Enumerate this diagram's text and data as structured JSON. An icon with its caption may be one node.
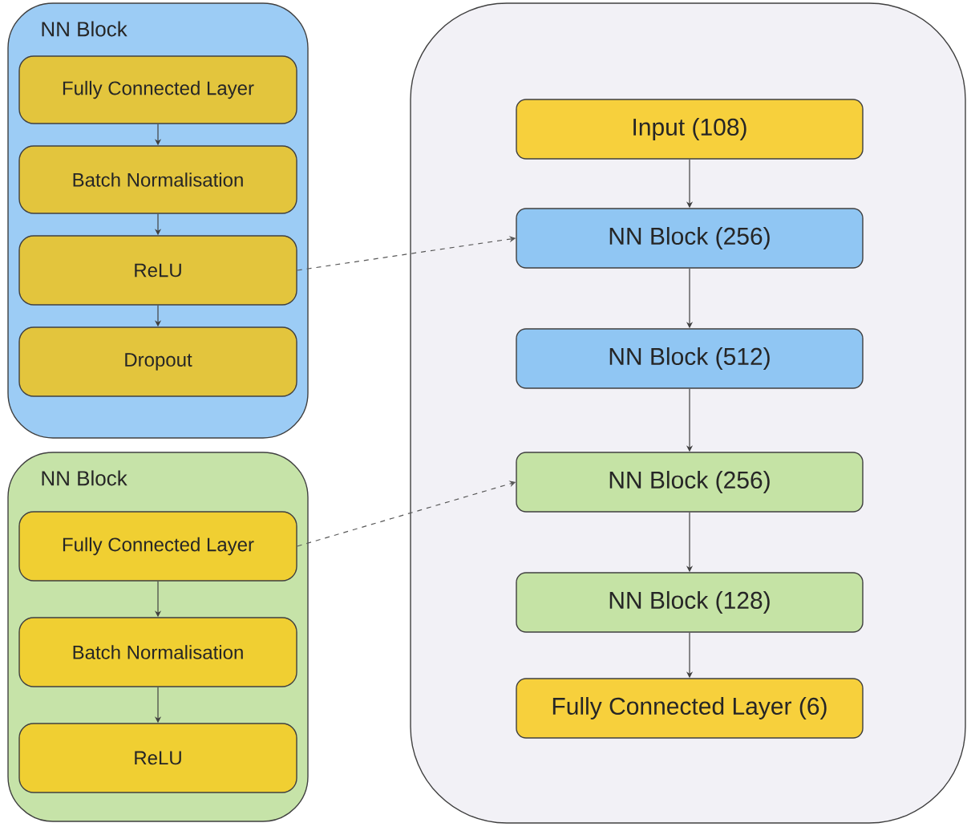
{
  "diagram": {
    "nodes": [
      {
        "text": [
          "NN Block"
        ]
      },
      {
        "text": [
          "Fully Connected Layer"
        ],
        "in": 0
      },
      {
        "text": [
          "Batch Normalisation"
        ],
        "in": 0
      },
      {
        "text": [
          "ReLU"
        ],
        "in": 0
      },
      {
        "text": [
          "Dropout"
        ],
        "in": 0
      },
      {
        "text": [
          "NN Block"
        ]
      },
      {
        "text": [
          "Fully Connected Layer"
        ],
        "in": 5
      },
      {
        "text": [
          "Batch Normalisation"
        ],
        "in": 5
      },
      {
        "text": [
          "ReLU"
        ],
        "in": 5
      },
      {
        "text": [],
        "shape": "box"
      },
      {
        "text": [
          "Input  (108)"
        ],
        "in": 9
      },
      {
        "text": [
          "NN Block (256)"
        ],
        "in": 9
      },
      {
        "text": [
          "NN Block (512)"
        ],
        "in": 9
      },
      {
        "text": [
          "NN Block (256)"
        ],
        "in": 9
      },
      {
        "text": [
          "NN Block (128)"
        ],
        "in": 9
      },
      {
        "text": [
          "Fully Connected Layer (6)"
        ],
        "in": 9
      }
    ],
    "edges": [
      {
        "from": 1,
        "to": 2,
        "arrow": "to"
      },
      {
        "from": 2,
        "to": 3,
        "arrow": "to"
      },
      {
        "from": 3,
        "to": 4,
        "arrow": "to"
      },
      {
        "from": 6,
        "to": 7,
        "arrow": "to"
      },
      {
        "from": 7,
        "to": 8,
        "arrow": "to"
      },
      {
        "from": 10,
        "to": 11,
        "arrow": "to"
      },
      {
        "from": 11,
        "to": 12,
        "arrow": "to"
      },
      {
        "from": 12,
        "to": 13,
        "arrow": "to"
      },
      {
        "from": 13,
        "to": 14,
        "arrow": "to"
      },
      {
        "from": 14,
        "to": 15,
        "arrow": "to"
      },
      {
        "from": 3,
        "to": 11,
        "arrow": "to",
        "style": "dashed"
      },
      {
        "from": 6,
        "to": 13,
        "arrow": "to",
        "style": "dashed"
      }
    ]
  }
}
